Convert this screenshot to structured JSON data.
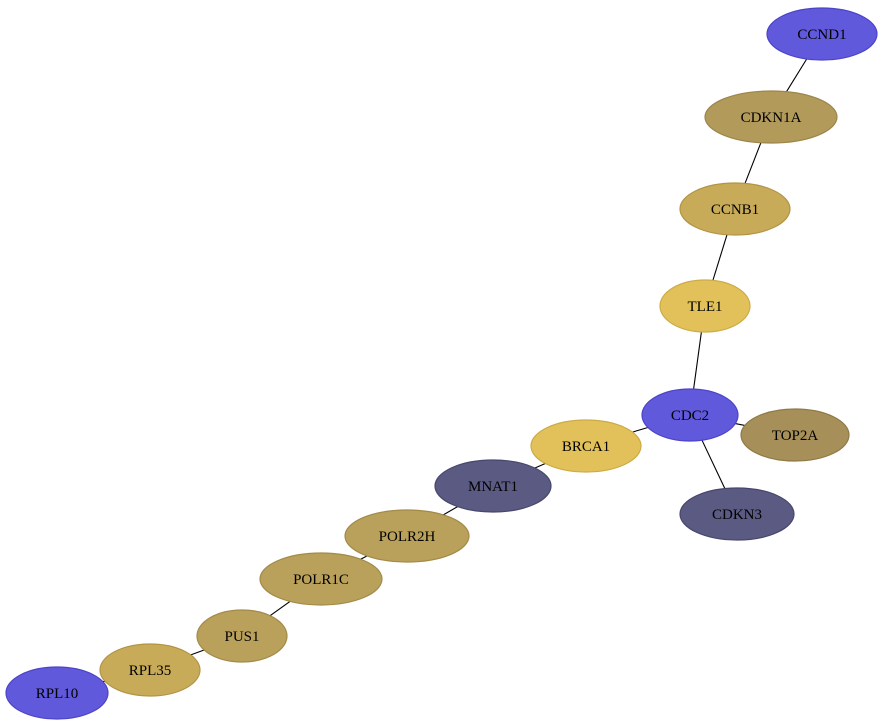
{
  "nodes": [
    {
      "id": "CCND1",
      "label": "CCND1",
      "fill": "#6059dc",
      "stroke": "#4c44c8"
    },
    {
      "id": "CDKN1A",
      "label": "CDKN1A",
      "fill": "#b29a5b",
      "stroke": "#9c854a"
    },
    {
      "id": "CCNB1",
      "label": "CCNB1",
      "fill": "#c8ab58",
      "stroke": "#b29445"
    },
    {
      "id": "TLE1",
      "label": "TLE1",
      "fill": "#e2c15a",
      "stroke": "#ccaa46"
    },
    {
      "id": "CDC2",
      "label": "CDC2",
      "fill": "#6059dc",
      "stroke": "#4c44c8"
    },
    {
      "id": "TOP2A",
      "label": "TOP2A",
      "fill": "#a68f58",
      "stroke": "#8f7a46"
    },
    {
      "id": "CDKN3",
      "label": "CDKN3",
      "fill": "#5b5a82",
      "stroke": "#47466c"
    },
    {
      "id": "BRCA1",
      "label": "BRCA1",
      "fill": "#e2c15a",
      "stroke": "#ccaa46"
    },
    {
      "id": "MNAT1",
      "label": "MNAT1",
      "fill": "#5b5a82",
      "stroke": "#47466c"
    },
    {
      "id": "POLR2H",
      "label": "POLR2H",
      "fill": "#b9a05b",
      "stroke": "#a28a48"
    },
    {
      "id": "POLR1C",
      "label": "POLR1C",
      "fill": "#b9a05b",
      "stroke": "#a28a48"
    },
    {
      "id": "PUS1",
      "label": "PUS1",
      "fill": "#b9a05b",
      "stroke": "#a28a48"
    },
    {
      "id": "RPL35",
      "label": "RPL35",
      "fill": "#c8ab58",
      "stroke": "#b29445"
    },
    {
      "id": "RPL10",
      "label": "RPL10",
      "fill": "#6059dc",
      "stroke": "#4c44c8"
    }
  ],
  "edges": [
    [
      "CCND1",
      "CDKN1A"
    ],
    [
      "CDKN1A",
      "CCNB1"
    ],
    [
      "CCNB1",
      "TLE1"
    ],
    [
      "TLE1",
      "CDC2"
    ],
    [
      "CDC2",
      "TOP2A"
    ],
    [
      "CDC2",
      "CDKN3"
    ],
    [
      "CDC2",
      "BRCA1"
    ],
    [
      "BRCA1",
      "MNAT1"
    ],
    [
      "MNAT1",
      "POLR2H"
    ],
    [
      "POLR2H",
      "POLR1C"
    ],
    [
      "POLR1C",
      "PUS1"
    ],
    [
      "PUS1",
      "RPL35"
    ],
    [
      "RPL35",
      "RPL10"
    ]
  ]
}
